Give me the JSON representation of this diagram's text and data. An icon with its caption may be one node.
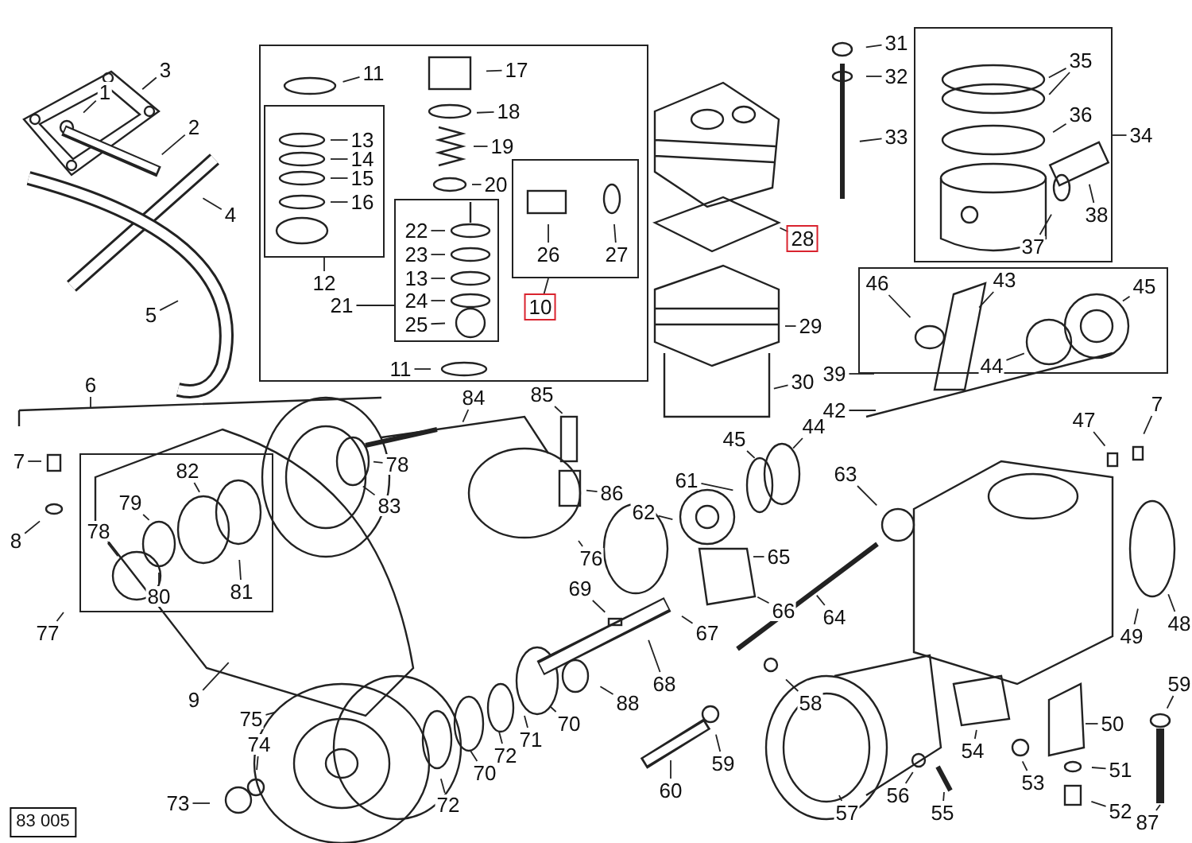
{
  "diagram": {
    "nodes": [
      {
        "text": [],
        "shape": "box"
      },
      {
        "text": [],
        "shape": "box",
        "in": 0
      },
      {
        "text": [],
        "shape": "box",
        "in": 0
      },
      {
        "text": [],
        "shape": "box",
        "in": 0
      },
      {
        "text": [],
        "shape": "box"
      },
      {
        "text": [],
        "shape": "box"
      },
      {
        "text": [],
        "shape": "box"
      },
      {
        "text": [
          "1"
        ]
      },
      {
        "text": [
          "2"
        ]
      },
      {
        "text": [
          "3"
        ]
      },
      {
        "text": [
          "4"
        ]
      },
      {
        "text": [
          "5"
        ]
      },
      {
        "text": [
          "6"
        ]
      },
      {
        "text": [
          "7"
        ]
      },
      {
        "text": [
          "8"
        ]
      },
      {
        "text": [
          "9"
        ]
      },
      {
        "text": [
          "11"
        ],
        "in": 0
      },
      {
        "text": [
          "12"
        ],
        "in": 0
      },
      {
        "text": [
          "13"
        ],
        "in": 1
      },
      {
        "text": [
          "14"
        ],
        "in": 1
      },
      {
        "text": [
          "15"
        ],
        "in": 1
      },
      {
        "text": [
          "16"
        ],
        "in": 1
      },
      {
        "text": [
          "17"
        ],
        "in": 0
      },
      {
        "text": [
          "18"
        ],
        "in": 0
      },
      {
        "text": [
          "19"
        ],
        "in": 0
      },
      {
        "text": [
          "20"
        ],
        "in": 0
      },
      {
        "text": [
          "21"
        ],
        "in": 0
      },
      {
        "text": [
          "22"
        ],
        "in": 2
      },
      {
        "text": [
          "23"
        ],
        "in": 2
      },
      {
        "text": [
          "13"
        ],
        "in": 2
      },
      {
        "text": [
          "24"
        ],
        "in": 2
      },
      {
        "text": [
          "25"
        ],
        "in": 2
      },
      {
        "text": [
          "11"
        ],
        "in": 0
      },
      {
        "text": [
          "10"
        ],
        "in": 0
      },
      {
        "text": [
          "26"
        ],
        "in": 3
      },
      {
        "text": [
          "27"
        ],
        "in": 3
      },
      {
        "text": [
          "28"
        ]
      },
      {
        "text": [
          "29"
        ]
      },
      {
        "text": [
          "30"
        ]
      },
      {
        "text": [
          "31"
        ]
      },
      {
        "text": [
          "32"
        ]
      },
      {
        "text": [
          "33"
        ]
      },
      {
        "text": [
          "34"
        ]
      },
      {
        "text": [
          "35"
        ],
        "in": 4
      },
      {
        "text": [
          "36"
        ],
        "in": 4
      },
      {
        "text": [
          "37"
        ],
        "in": 4
      },
      {
        "text": [
          "38"
        ],
        "in": 4
      },
      {
        "text": [
          "39"
        ]
      },
      {
        "text": [
          "42"
        ]
      },
      {
        "text": [
          "43"
        ],
        "in": 5
      },
      {
        "text": [
          "44"
        ],
        "in": 5
      },
      {
        "text": [
          "45"
        ],
        "in": 5
      },
      {
        "text": [
          "46"
        ],
        "in": 5
      },
      {
        "text": [
          "47"
        ]
      },
      {
        "text": [
          "7"
        ]
      },
      {
        "text": [
          "84"
        ]
      },
      {
        "text": [
          "85"
        ]
      },
      {
        "text": [
          "86"
        ]
      },
      {
        "text": [
          "78"
        ]
      },
      {
        "text": [
          "83"
        ]
      },
      {
        "text": [
          "82"
        ],
        "in": 6
      },
      {
        "text": [
          "79"
        ],
        "in": 6
      },
      {
        "text": [
          "78"
        ],
        "in": 6
      },
      {
        "text": [
          "81"
        ],
        "in": 6
      },
      {
        "text": [
          "80"
        ],
        "in": 6
      },
      {
        "text": [
          "77"
        ]
      },
      {
        "text": [
          "44"
        ]
      },
      {
        "text": [
          "45"
        ]
      },
      {
        "text": [
          "61"
        ]
      },
      {
        "text": [
          "62"
        ]
      },
      {
        "text": [
          "63"
        ]
      },
      {
        "text": [
          "64"
        ]
      },
      {
        "text": [
          "65"
        ]
      },
      {
        "text": [
          "66"
        ]
      },
      {
        "text": [
          "76"
        ]
      },
      {
        "text": [
          "67"
        ]
      },
      {
        "text": [
          "69"
        ]
      },
      {
        "text": [
          "68"
        ]
      },
      {
        "text": [
          "88"
        ]
      },
      {
        "text": [
          "48"
        ]
      },
      {
        "text": [
          "49"
        ]
      },
      {
        "text": [
          "58"
        ]
      },
      {
        "text": [
          "59"
        ]
      },
      {
        "text": [
          "60"
        ]
      },
      {
        "text": [
          "57"
        ]
      },
      {
        "text": [
          "56"
        ]
      },
      {
        "text": [
          "55"
        ]
      },
      {
        "text": [
          "54"
        ]
      },
      {
        "text": [
          "53"
        ]
      },
      {
        "text": [
          "50"
        ]
      },
      {
        "text": [
          "51"
        ]
      },
      {
        "text": [
          "52"
        ]
      },
      {
        "text": [
          "59"
        ]
      },
      {
        "text": [
          "87"
        ]
      },
      {
        "text": [
          "75"
        ]
      },
      {
        "text": [
          "74"
        ]
      },
      {
        "text": [
          "73"
        ]
      },
      {
        "text": [
          "72"
        ]
      },
      {
        "text": [
          "70"
        ]
      },
      {
        "text": [
          "72"
        ]
      },
      {
        "text": [
          "71"
        ]
      },
      {
        "text": [
          "70"
        ]
      },
      {
        "text": [
          "83 005"
        ]
      }
    ],
    "edges": [
      {
        "from": 7,
        "to": null,
        "arrow": "none"
      },
      {
        "from": 8,
        "to": null,
        "arrow": "none"
      },
      {
        "from": 9,
        "to": null,
        "arrow": "none"
      },
      {
        "from": 10,
        "to": null,
        "arrow": "none"
      },
      {
        "from": 11,
        "to": null,
        "arrow": "none"
      },
      {
        "from": 12,
        "to": null,
        "arrow": "none"
      },
      {
        "from": 13,
        "to": null,
        "arrow": "none"
      },
      {
        "from": 14,
        "to": null,
        "arrow": "none"
      },
      {
        "from": 15,
        "to": null,
        "arrow": "none"
      },
      {
        "from": 16,
        "to": null,
        "arrow": "none"
      },
      {
        "from": 17,
        "to": 1,
        "arrow": "none"
      },
      {
        "from": 18,
        "to": null,
        "arrow": "none"
      },
      {
        "from": 19,
        "to": null,
        "arrow": "none"
      },
      {
        "from": 20,
        "to": null,
        "arrow": "none"
      },
      {
        "from": 21,
        "to": null,
        "arrow": "none"
      },
      {
        "from": 22,
        "to": null,
        "arrow": "none"
      },
      {
        "from": 23,
        "to": null,
        "arrow": "none"
      },
      {
        "from": 24,
        "to": null,
        "arrow": "none"
      },
      {
        "from": 25,
        "to": null,
        "arrow": "none"
      },
      {
        "from": 26,
        "to": 2,
        "arrow": "none"
      },
      {
        "from": 27,
        "to": null,
        "arrow": "none"
      },
      {
        "from": 28,
        "to": null,
        "arrow": "none"
      },
      {
        "from": 29,
        "to": null,
        "arrow": "none"
      },
      {
        "from": 30,
        "to": null,
        "arrow": "none"
      },
      {
        "from": 31,
        "to": null,
        "arrow": "none"
      },
      {
        "from": 32,
        "to": null,
        "arrow": "none"
      },
      {
        "from": 33,
        "to": 3,
        "arrow": "none"
      },
      {
        "from": 34,
        "to": null,
        "arrow": "none"
      },
      {
        "from": 35,
        "to": null,
        "arrow": "none"
      },
      {
        "from": 36,
        "to": null,
        "arrow": "none"
      },
      {
        "from": 37,
        "to": null,
        "arrow": "none"
      },
      {
        "from": 38,
        "to": null,
        "arrow": "none"
      },
      {
        "from": 39,
        "to": null,
        "arrow": "none"
      },
      {
        "from": 40,
        "to": null,
        "arrow": "none"
      },
      {
        "from": 41,
        "to": null,
        "arrow": "none"
      },
      {
        "from": 42,
        "to": 4,
        "arrow": "none"
      },
      {
        "from": 43,
        "to": null,
        "arrow": "none"
      },
      {
        "from": 43,
        "to": null,
        "arrow": "none"
      },
      {
        "from": 44,
        "to": null,
        "arrow": "none"
      },
      {
        "from": 45,
        "to": null,
        "arrow": "none"
      },
      {
        "from": 46,
        "to": null,
        "arrow": "none"
      },
      {
        "from": 47,
        "to": 5,
        "arrow": "none"
      },
      {
        "from": 48,
        "to": null,
        "arrow": "none"
      },
      {
        "from": 49,
        "to": null,
        "arrow": "none"
      },
      {
        "from": 50,
        "to": null,
        "arrow": "none"
      },
      {
        "from": 51,
        "to": null,
        "arrow": "none"
      },
      {
        "from": 52,
        "to": null,
        "arrow": "none"
      },
      {
        "from": 53,
        "to": null,
        "arrow": "none"
      },
      {
        "from": 54,
        "to": null,
        "arrow": "none"
      },
      {
        "from": 55,
        "to": null,
        "arrow": "none"
      },
      {
        "from": 56,
        "to": null,
        "arrow": "none"
      },
      {
        "from": 57,
        "to": null,
        "arrow": "none"
      },
      {
        "from": 58,
        "to": null,
        "arrow": "none"
      },
      {
        "from": 59,
        "to": null,
        "arrow": "none"
      },
      {
        "from": 60,
        "to": null,
        "arrow": "none"
      },
      {
        "from": 61,
        "to": null,
        "arrow": "none"
      },
      {
        "from": 62,
        "to": null,
        "arrow": "none"
      },
      {
        "from": 63,
        "to": null,
        "arrow": "none"
      },
      {
        "from": 64,
        "to": null,
        "arrow": "none"
      },
      {
        "from": 65,
        "to": 6,
        "arrow": "none"
      },
      {
        "from": 66,
        "to": null,
        "arrow": "none"
      },
      {
        "from": 67,
        "to": null,
        "arrow": "none"
      },
      {
        "from": 68,
        "to": null,
        "arrow": "none"
      },
      {
        "from": 69,
        "to": null,
        "arrow": "none"
      },
      {
        "from": 70,
        "to": null,
        "arrow": "none"
      },
      {
        "from": 71,
        "to": null,
        "arrow": "none"
      },
      {
        "from": 72,
        "to": null,
        "arrow": "none"
      },
      {
        "from": 73,
        "to": null,
        "arrow": "none"
      },
      {
        "from": 74,
        "to": null,
        "arrow": "none"
      },
      {
        "from": 75,
        "to": null,
        "arrow": "none"
      },
      {
        "from": 76,
        "to": null,
        "arrow": "none"
      },
      {
        "from": 77,
        "to": null,
        "arrow": "none"
      },
      {
        "from": 78,
        "to": null,
        "arrow": "none"
      },
      {
        "from": 79,
        "to": null,
        "arrow": "none"
      },
      {
        "from": 80,
        "to": null,
        "arrow": "none"
      },
      {
        "from": 81,
        "to": null,
        "arrow": "none"
      },
      {
        "from": 82,
        "to": null,
        "arrow": "none"
      },
      {
        "from": 83,
        "to": null,
        "arrow": "none"
      },
      {
        "from": 84,
        "to": null,
        "arrow": "none"
      },
      {
        "from": 85,
        "to": null,
        "arrow": "none"
      },
      {
        "from": 86,
        "to": null,
        "arrow": "none"
      },
      {
        "from": 87,
        "to": null,
        "arrow": "none"
      },
      {
        "from": 88,
        "to": null,
        "arrow": "none"
      },
      {
        "from": 89,
        "to": null,
        "arrow": "none"
      },
      {
        "from": 90,
        "to": null,
        "arrow": "none"
      },
      {
        "from": 91,
        "to": null,
        "arrow": "none"
      },
      {
        "from": 92,
        "to": null,
        "arrow": "none"
      },
      {
        "from": 93,
        "to": null,
        "arrow": "none"
      },
      {
        "from": 94,
        "to": null,
        "arrow": "none"
      },
      {
        "from": 95,
        "to": null,
        "arrow": "none"
      },
      {
        "from": 96,
        "to": null,
        "arrow": "none"
      },
      {
        "from": 97,
        "to": null,
        "arrow": "none"
      },
      {
        "from": 98,
        "to": null,
        "arrow": "none"
      },
      {
        "from": 99,
        "to": null,
        "arrow": "none"
      },
      {
        "from": 100,
        "to": null,
        "arrow": "none"
      },
      {
        "from": 101,
        "to": null,
        "arrow": "none"
      }
    ]
  }
}
